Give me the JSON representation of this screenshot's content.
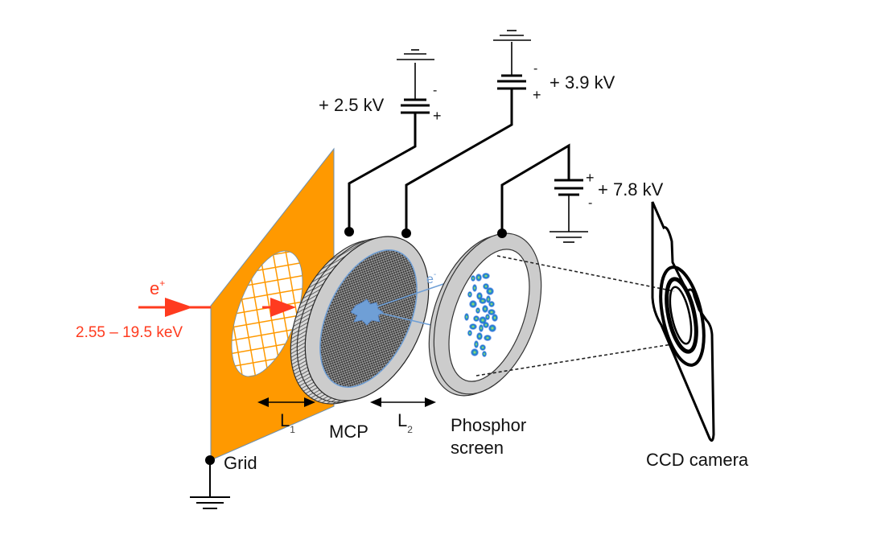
{
  "title": "Positron beam detection setup: grid, MCP, phosphor screen and CCD camera",
  "colors": {
    "grid": "#ff9900",
    "beam": "#ff3b1f",
    "electron": "#6f9fd6",
    "ring": "#cccccc",
    "wire": "#000000",
    "mcp_face": "#555555"
  },
  "beam": {
    "particle": "e",
    "particle_charge": "+",
    "energy_label": "2.55 – 19.5 keV"
  },
  "electron_label": {
    "particle": "e",
    "charge": "-"
  },
  "components": {
    "grid": "Grid",
    "mcp": "MCP",
    "phosphor_line1": "Phosphor",
    "phosphor_line2": "screen",
    "camera": "CCD camera"
  },
  "distances": [
    {
      "symbol": "L",
      "subscript": "1"
    },
    {
      "symbol": "L",
      "subscript": "2"
    }
  ],
  "power_supplies": [
    {
      "label": "+ 2.5 kV",
      "top_sign": "-",
      "bottom_sign": "+",
      "target": "MCP front"
    },
    {
      "label": "+ 3.9 kV",
      "top_sign": "-",
      "bottom_sign": "+",
      "target": "MCP back"
    },
    {
      "label": "+ 7.8 kV",
      "top_sign": "+",
      "bottom_sign": "-",
      "target": "Phosphor screen"
    }
  ]
}
